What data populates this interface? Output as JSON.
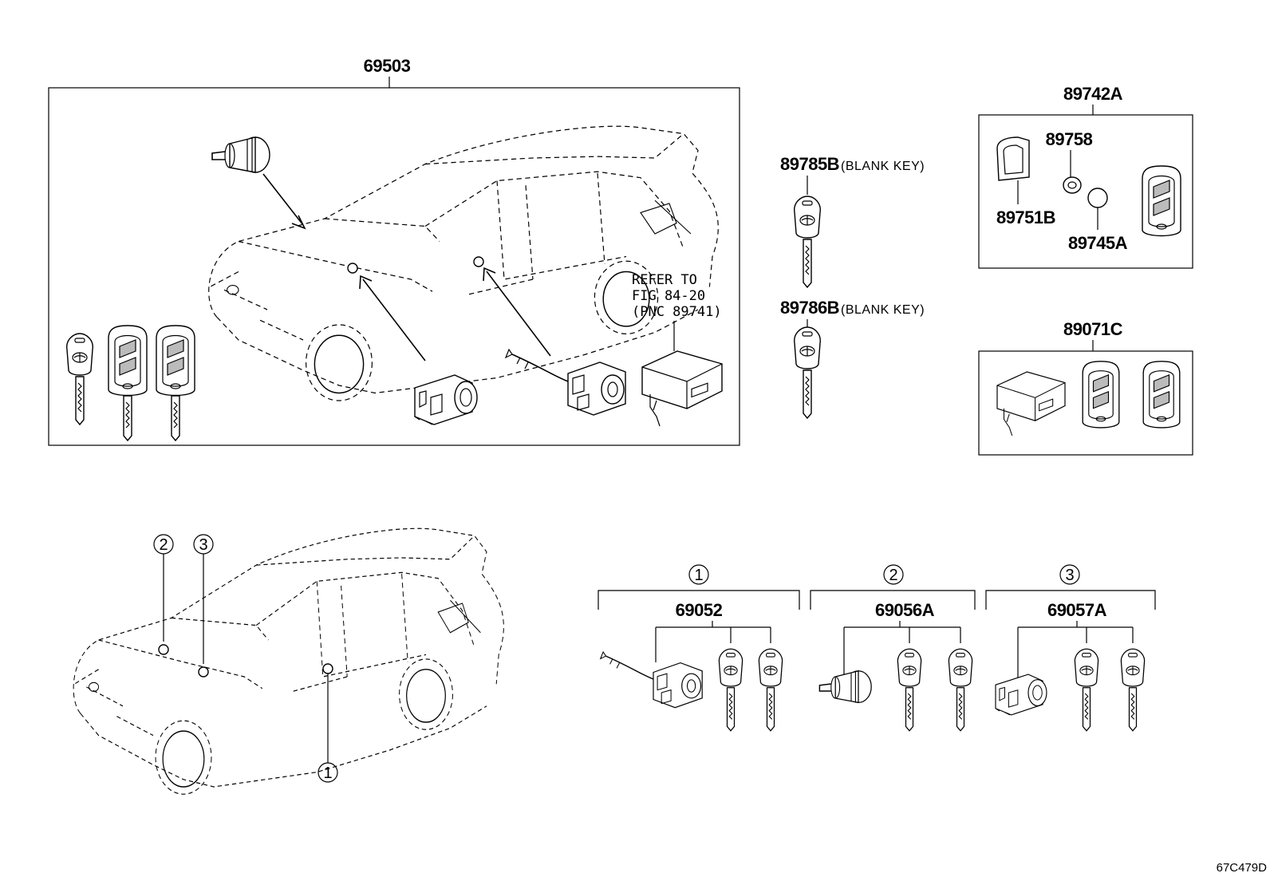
{
  "diagram": {
    "code": "67C479D",
    "groups": {
      "main_assembly": {
        "part_no": "69503"
      },
      "blank_key_1": {
        "part_no": "89785B",
        "note": "(BLANK KEY)"
      },
      "blank_key_2": {
        "part_no": "89786B",
        "note": "(BLANK KEY)"
      },
      "transmitter_kit": {
        "part_no": "89742A",
        "parts": [
          {
            "part_no": "89758"
          },
          {
            "part_no": "89751B"
          },
          {
            "part_no": "89745A"
          }
        ]
      },
      "receiver_kit": {
        "part_no": "89071C"
      },
      "reference": {
        "line1": "REFER TO",
        "line2": "FIG 84-20",
        "line3": "(PNC 89741)"
      },
      "sets": [
        {
          "marker": "1",
          "part_no": "69052"
        },
        {
          "marker": "2",
          "part_no": "69056A"
        },
        {
          "marker": "3",
          "part_no": "69057A"
        }
      ],
      "vehicle_markers": [
        "1",
        "2",
        "3"
      ]
    }
  }
}
